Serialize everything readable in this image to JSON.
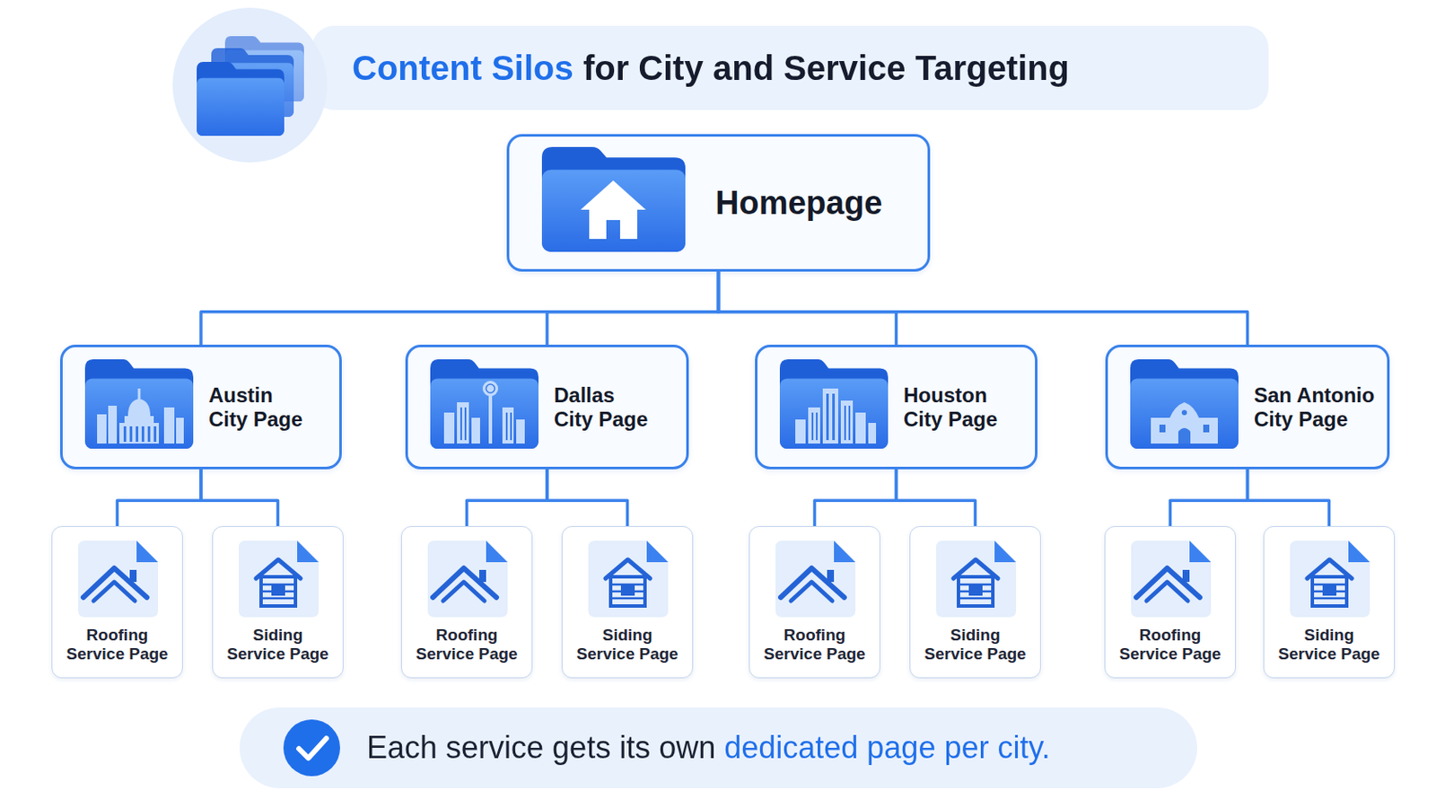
{
  "diagram": {
    "title": "Content Silos for City and Service Targeting",
    "caption": "Each service gets its own dedicated page per city.",
    "nodes": [
      {
        "text": [
          "Homepage"
        ]
      },
      {
        "text": [
          "Austin City Page"
        ]
      },
      {
        "text": [
          "Dallas City Page"
        ]
      },
      {
        "text": [
          "Houston City Page"
        ]
      },
      {
        "text": [
          "San Antonio City Page"
        ]
      },
      {
        "text": [
          "Roofing Service Page"
        ]
      },
      {
        "text": [
          "Siding Service Page"
        ]
      },
      {
        "text": [
          "Roofing Service Page"
        ]
      },
      {
        "text": [
          "Siding Service Page"
        ]
      },
      {
        "text": [
          "Roofing Service Page"
        ]
      },
      {
        "text": [
          "Siding Service Page"
        ]
      },
      {
        "text": [
          "Roofing Service Page"
        ]
      },
      {
        "text": [
          "Siding Service Page"
        ]
      }
    ],
    "edges": [
      {
        "from": 0,
        "to": 1,
        "arrow": "none"
      },
      {
        "from": 0,
        "to": 2,
        "arrow": "none"
      },
      {
        "from": 0,
        "to": 3,
        "arrow": "none"
      },
      {
        "from": 0,
        "to": 4,
        "arrow": "none"
      },
      {
        "from": 1,
        "to": 5,
        "arrow": "none"
      },
      {
        "from": 1,
        "to": 6,
        "arrow": "none"
      },
      {
        "from": 2,
        "to": 7,
        "arrow": "none"
      },
      {
        "from": 2,
        "to": 8,
        "arrow": "none"
      },
      {
        "from": 3,
        "to": 9,
        "arrow": "none"
      },
      {
        "from": 3,
        "to": 10,
        "arrow": "none"
      },
      {
        "from": 4,
        "to": 11,
        "arrow": "none"
      },
      {
        "from": 4,
        "to": 12,
        "arrow": "none"
      }
    ]
  }
}
